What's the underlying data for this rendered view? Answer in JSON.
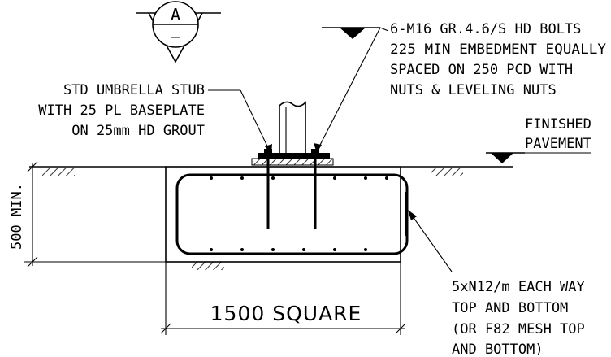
{
  "section_marker": {
    "letter": "A",
    "sub": "–"
  },
  "bolts_note": [
    "6-M16 GR.4.6/S HD BOLTS",
    "225 MIN EMBEDMENT EQUALLY",
    "SPACED ON 250 PCD WITH",
    "NUTS & LEVELING NUTS"
  ],
  "stub_note": [
    "STD UMBRELLA STUB",
    "WITH 25 PL BASEPLATE",
    "ON 25mm HD GROUT"
  ],
  "pavement_note": [
    "FINISHED",
    "PAVEMENT"
  ],
  "depth_dimension": "500 MIN.",
  "width_dimension": "1500 SQUARE",
  "mesh_note": [
    "5xN12/m EACH WAY",
    "TOP AND BOTTOM",
    "(OR F82 MESH TOP",
    "AND BOTTOM)"
  ]
}
